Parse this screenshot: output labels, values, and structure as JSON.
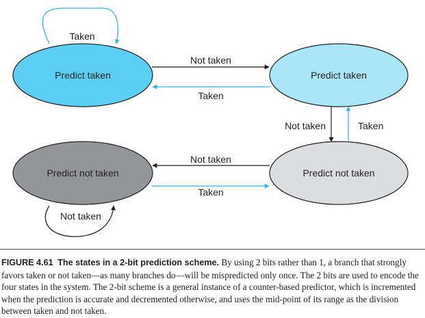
{
  "diagram": {
    "states": {
      "strong_taken": "Predict taken",
      "weak_taken": "Predict taken",
      "weak_not_taken": "Predict not taken",
      "strong_not_taken": "Predict not taken"
    },
    "transitions": {
      "strong_taken_self": "Taken",
      "strong_to_weak_taken": "Not taken",
      "weak_to_strong_taken": "Taken",
      "weak_taken_to_weak_not_taken": "Not taken",
      "weak_not_taken_to_weak_taken": "Taken",
      "weak_not_taken_to_strong_not_taken": "Not taken",
      "strong_not_taken_to_weak_not_taken": "Taken",
      "strong_not_taken_self": "Not taken"
    },
    "colors": {
      "strong_taken_fill": "#5bcff3",
      "weak_taken_fill": "#a9e6f7",
      "weak_not_taken_fill": "#dcddde",
      "strong_not_taken_fill": "#939598",
      "taken_arrow": "#36b5e8",
      "not_taken_arrow": "#231f20"
    }
  },
  "caption": {
    "label": "FIGURE 4.61",
    "title": "The states in a 2-bit prediction scheme.",
    "body": "By using 2 bits rather than 1, a branch that strongly favors taken or not taken—as many branches do—will be mispredicted only once. The 2 bits are used to encode the four states in the system. The 2-bit scheme is a general instance of a counter-based predictor, which is incremented when the prediction is accurate and decremented otherwise, and uses the mid-point of its range as the division between taken and not taken."
  }
}
